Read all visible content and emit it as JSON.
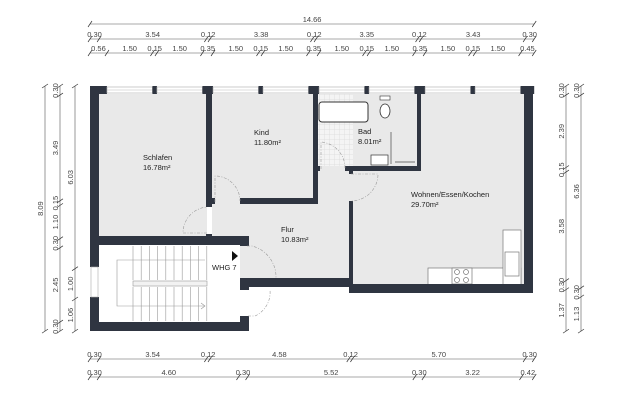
{
  "colors": {
    "wall": "#2f3541",
    "room_fill": "#e9e9e9",
    "dimension": "#555555",
    "door": "#999999"
  },
  "rooms": [
    {
      "name": "Schlafen",
      "area": "16.78m²"
    },
    {
      "name": "Kind",
      "area": "11.80m²"
    },
    {
      "name": "Bad",
      "area": "8.01m²"
    },
    {
      "name": "Wohnen/Essen/Kochen",
      "area": "29.70m²"
    },
    {
      "name": "Flur",
      "area": "10.83m²"
    }
  ],
  "unit_label": "WHG 7",
  "dimensions": {
    "top": [
      [
        "14.66"
      ],
      [
        "0.30",
        "3.54",
        "0.12",
        "3.38",
        "0.12",
        "3.35",
        "0.12",
        "3.43",
        "0.30"
      ],
      [
        "0.56",
        "1.50",
        "0.15",
        "1.50",
        "0.35",
        "1.50",
        "0.15",
        "1.50",
        "0.35",
        "1.50",
        "0.15",
        "1.50",
        "0.35",
        "1.50",
        "0.15",
        "1.50",
        "0.45"
      ]
    ],
    "bottom": [
      [
        "0.30",
        "3.54",
        "0.12",
        "4.58",
        "0.12",
        "5.70",
        "0.30"
      ],
      [
        "0.30",
        "4.60",
        "0.30",
        "5.52",
        "0.30",
        "3.22",
        "0.42"
      ]
    ],
    "left": [
      [
        "8.09"
      ],
      [
        "0.30",
        "3.49",
        "0.15",
        "1.10",
        "0.30",
        "2.45",
        "0.30"
      ],
      [
        "6.03",
        "1.00",
        "1.06"
      ]
    ],
    "right": [
      [
        "0.30",
        "2.39",
        "0.15",
        "3.58",
        "0.30",
        "1.37"
      ],
      [
        "0.30",
        "6.36",
        "0.30",
        "1.13"
      ]
    ]
  }
}
